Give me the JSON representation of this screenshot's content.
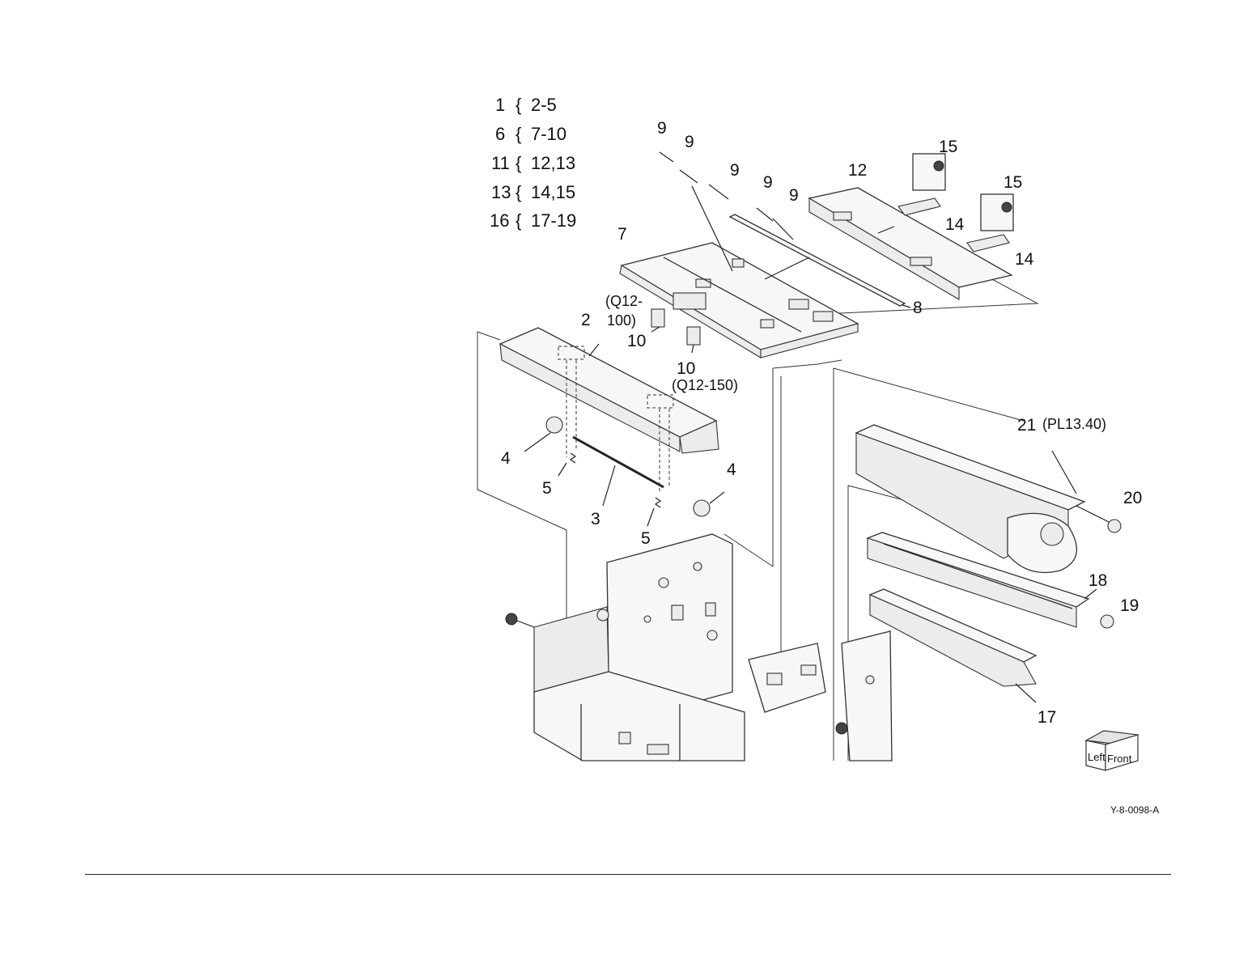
{
  "legend": [
    {
      "parent": "1",
      "children": "2-5"
    },
    {
      "parent": "6",
      "children": "7-10"
    },
    {
      "parent": "11",
      "children": "12,13"
    },
    {
      "parent": "13",
      "children": "14,15"
    },
    {
      "parent": "16",
      "children": "17-19"
    }
  ],
  "callouts": {
    "c2": "2",
    "c3": "3",
    "c4a": "4",
    "c4b": "4",
    "c5a": "5",
    "c5b": "5",
    "c7": "7",
    "c8": "8",
    "c9a": "9",
    "c9b": "9",
    "c9c": "9",
    "c9d": "9",
    "c9e": "9",
    "c10a": "10",
    "c10b": "10",
    "c12": "12",
    "c14a": "14",
    "c14b": "14",
    "c15a": "15",
    "c15b": "15",
    "c17": "17",
    "c18": "18",
    "c19": "19",
    "c20": "20",
    "c21": "21"
  },
  "references": {
    "q12_100_line1": "(Q12-",
    "q12_100_line2": "100)",
    "q12_150": "(Q12-150)",
    "pl13_40": "(PL13.40)"
  },
  "orientation_cube": {
    "left": "Left",
    "front": "Front"
  },
  "figure_code": "Y-8-0098-A"
}
